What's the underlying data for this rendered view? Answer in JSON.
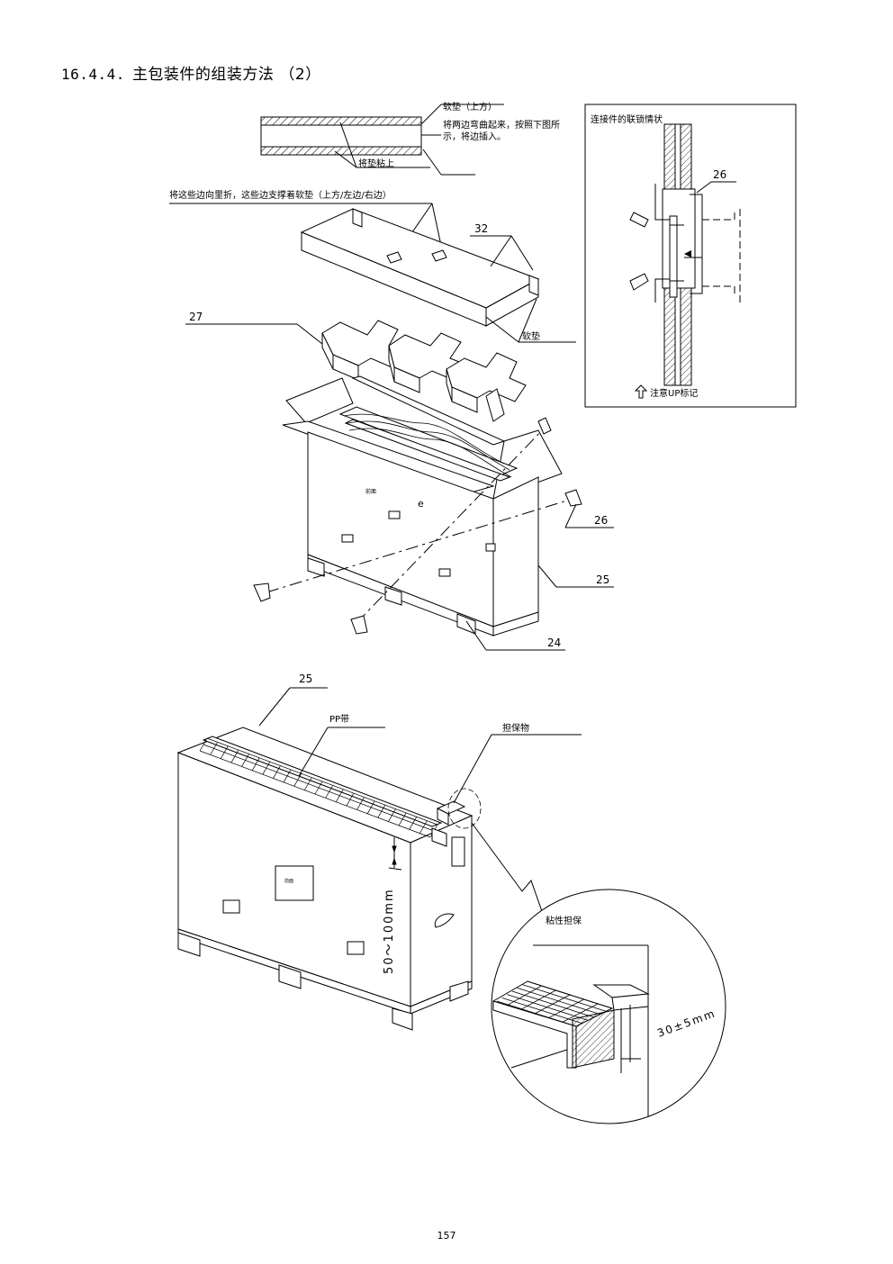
{
  "heading": {
    "number": "16.4.4.",
    "text": "主包装件的组装方法 （2）"
  },
  "labels": {
    "pad_top": "软垫（上方）",
    "bend_note_1": "将两边弯曲起来，按照下图所",
    "bend_note_2": "示，将边插入。",
    "stick_pad": "将垫粘上",
    "fold_edges": "将这些边向里折，这些边支撑着软垫（上方/左边/右边）",
    "pad": "软垫",
    "front_small": "前面",
    "front_box": "前面",
    "pp_band": "PP带",
    "protector": "担保物",
    "adhesive": "粘性担保",
    "dim_vertical": "50～100mm",
    "dim_diag": "30±5mm"
  },
  "inset": {
    "title": "连接件的联锁情状",
    "note": "注意UP标记",
    "part": "26"
  },
  "parts": {
    "p32": "32",
    "p27": "27",
    "p26": "26",
    "p25": "25",
    "p24": "24",
    "p25b": "25"
  },
  "page_number": "157"
}
